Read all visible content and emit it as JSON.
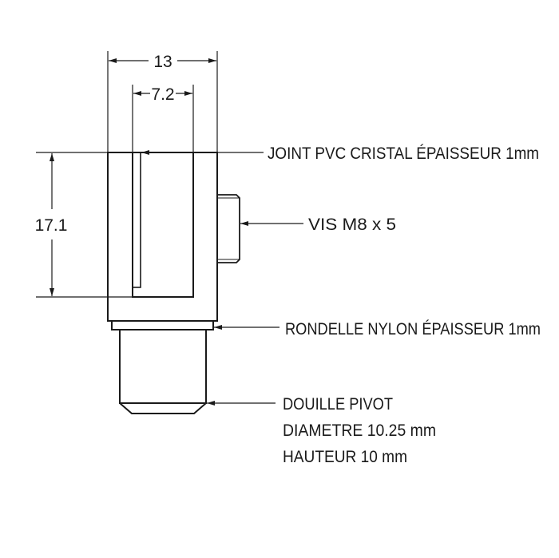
{
  "dimensions": {
    "width": "13",
    "slot_width": "7.2",
    "height": "17.1"
  },
  "labels": {
    "joint": "JOINT PVC CRISTAL ÉPAISSEUR 1mm",
    "vis": "VIS M8 x 5",
    "rondelle": "RONDELLE NYLON ÉPAISSEUR 1mm",
    "douille_1": "DOUILLE PIVOT",
    "douille_2": "DIAMETRE 10.25 mm",
    "douille_3": "HAUTEUR 10 mm"
  },
  "colors": {
    "line": "#1a1a1a",
    "background": "#ffffff"
  }
}
